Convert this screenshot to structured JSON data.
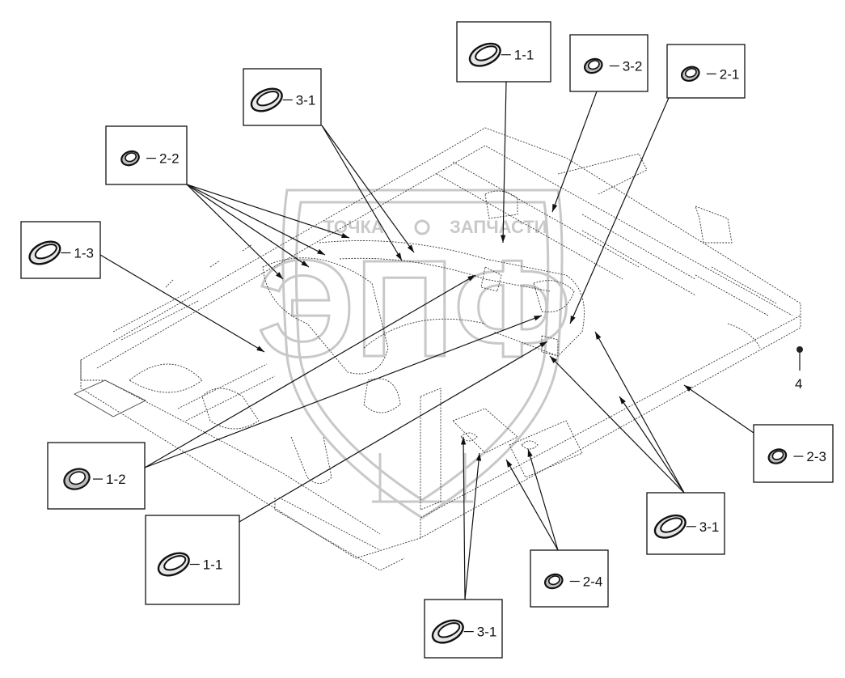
{
  "watermark": {
    "left_word": "ТОЧКА",
    "right_word": "ЗАПЧАСТИ",
    "logo_letters": "ЭПФ"
  },
  "callouts": [
    {
      "id": "c1",
      "label": "1-1",
      "icon": "oval-seal-ring-icon"
    },
    {
      "id": "c2",
      "label": "3-2",
      "icon": "round-seal-ring-icon"
    },
    {
      "id": "c3",
      "label": "2-1",
      "icon": "round-seal-ring-icon"
    },
    {
      "id": "c4",
      "label": "3-1",
      "icon": "oval-seal-ring-icon"
    },
    {
      "id": "c5",
      "label": "2-2",
      "icon": "round-seal-ring-icon"
    },
    {
      "id": "c6",
      "label": "1-3",
      "icon": "oval-seal-ring-icon"
    },
    {
      "id": "c7",
      "label": "1-2",
      "icon": "round-seal-ring-icon"
    },
    {
      "id": "c8",
      "label": "1-1",
      "icon": "oval-seal-ring-icon"
    },
    {
      "id": "c9",
      "label": "3-1",
      "icon": "oval-seal-ring-icon"
    },
    {
      "id": "c10",
      "label": "2-4",
      "icon": "round-seal-ring-icon"
    },
    {
      "id": "c11",
      "label": "3-1",
      "icon": "oval-seal-ring-icon"
    },
    {
      "id": "c12",
      "label": "2-3",
      "icon": "round-seal-ring-icon"
    }
  ],
  "part_number": {
    "label": "4",
    "icon": "bolt-dot-icon"
  }
}
